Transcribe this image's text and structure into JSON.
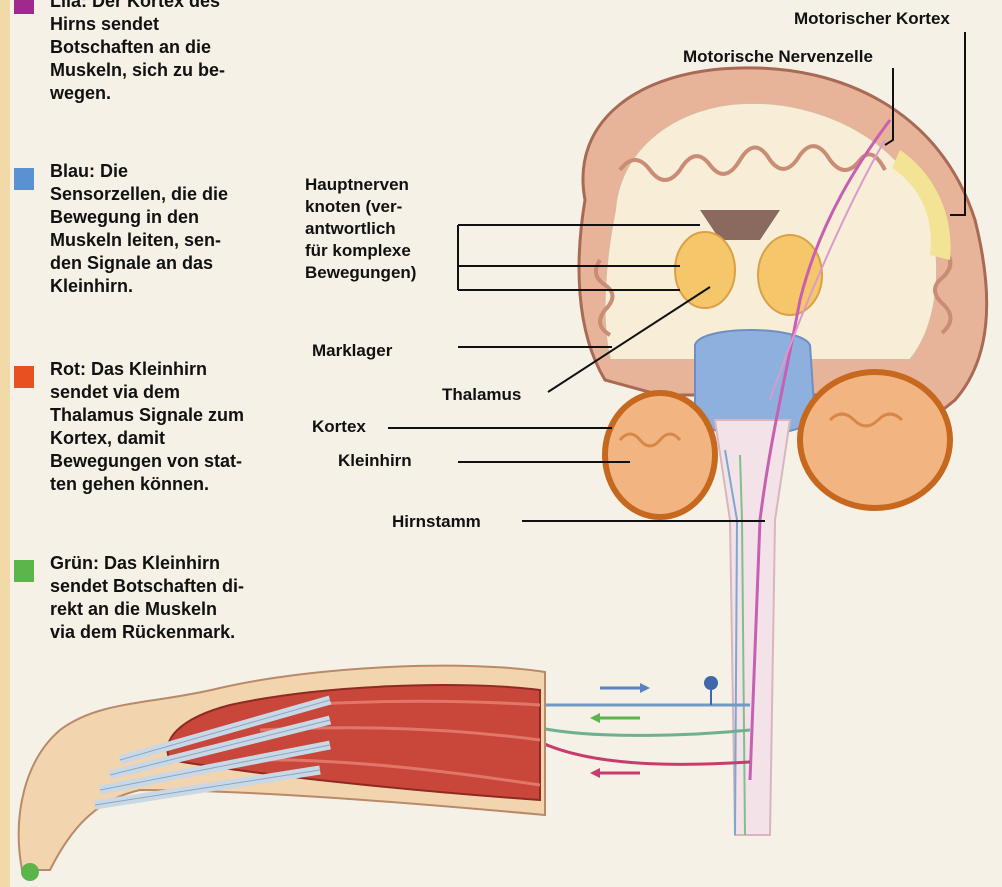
{
  "colors": {
    "lila": "#a0298e",
    "blau": "#5a91cf",
    "rot": "#e8511f",
    "gruen": "#5bb54a",
    "background": "#f5f1e6"
  },
  "legend": [
    {
      "color": "#a0298e",
      "text": "Lila: Der Kortex des\nHirns sendet\nBotschaften an die\nMuskeln, sich zu be-\nwegen."
    },
    {
      "color": "#5a91cf",
      "text": "Blau: Die\nSensorzellen, die die\nBewegung in den\nMuskeln leiten, sen-\nden Signale an das\nKleinhirn."
    },
    {
      "color": "#e8511f",
      "text": "Rot: Das Kleinhirn\nsendet via dem\nThalamus Signale zum\nKortex, damit\nBewegungen von stat-\nten gehen können."
    },
    {
      "color": "#5bb54a",
      "text": "Grün: Das Kleinhirn\nsendet Botschaften di-\nrekt an die Muskeln\nvia dem Rückenmark."
    }
  ],
  "labels": {
    "motorischer_kortex": "Motorischer Kortex",
    "motorische_nervenzelle": "Motorische Nervenzelle",
    "hauptnervenknoten": "Hauptnerven\nknoten (ver-\nantwortlich\nfür komplexe\nBewegungen)",
    "marklager": "Marklager",
    "thalamus": "Thalamus",
    "kortex": "Kortex",
    "kleinhirn": "Kleinhirn",
    "hirnstamm": "Hirnstamm"
  }
}
